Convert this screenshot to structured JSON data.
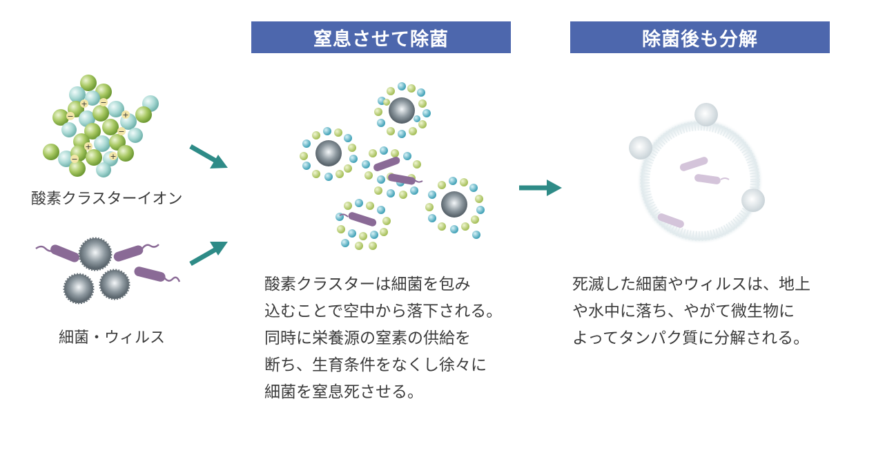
{
  "headers": {
    "stage2": "窒息させて除菌",
    "stage3": "除菌後も分解"
  },
  "labels": {
    "oxygen_cluster_ion": "酸素クラスターイオン",
    "bacteria_virus": "細菌・ウィルス"
  },
  "descriptions": {
    "stage2": [
      "酸素クラスターは細菌を包み",
      "込むことで空中から落下される。",
      "同時に栄養源の窒素の供給を",
      "断ち、生育条件をなくし徐々に",
      "細菌を窒息死させる。"
    ],
    "stage3": [
      "死滅した細菌やウィルスは、地上",
      "や水中に落ち、やがて微生物に",
      "よってタンパク質に分解される。"
    ]
  },
  "ion_charges": {
    "plus": "+",
    "minus": "−"
  },
  "colors": {
    "header_bg": "#4d67ad",
    "arrow": "#2e8b87",
    "ion_green": "#9cc25a",
    "ion_teal": "#9fd3cf",
    "bacteria_purple": "#8a6a96",
    "virus_gray": "#8a949c",
    "dust_blue": "#4fb3c8",
    "dust_green": "#b8cf6e"
  },
  "icons": {
    "arrow_diagonal_down": "arrow-diagonal-down-icon",
    "arrow_diagonal_up": "arrow-diagonal-up-icon",
    "arrow_right": "arrow-right-icon"
  }
}
